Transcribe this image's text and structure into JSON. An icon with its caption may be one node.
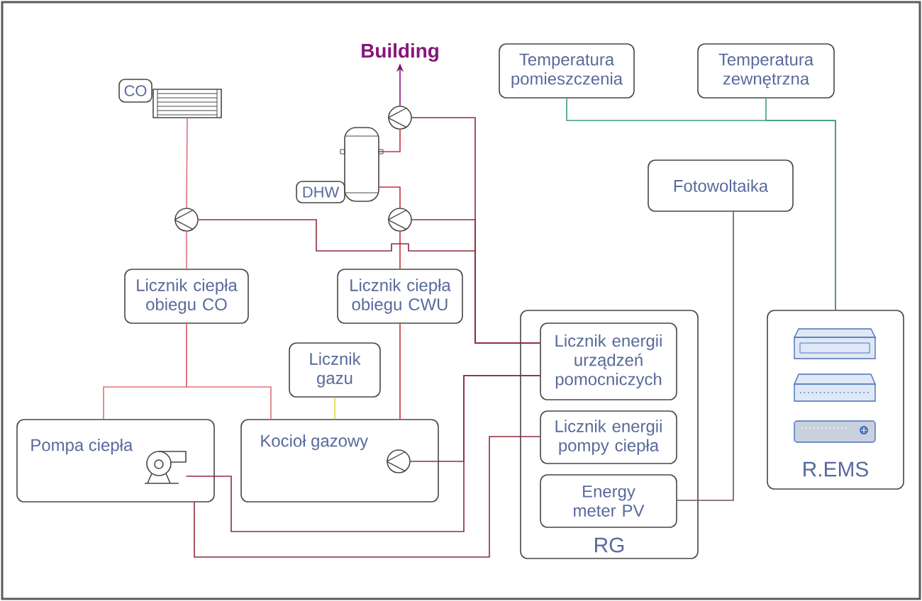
{
  "diagram": {
    "nodes": [
      {
        "text": [
          "Building"
        ]
      },
      {
        "text": [
          "Temperatura pomieszczenia"
        ]
      },
      {
        "text": [
          "Temperatura zewnętrzna"
        ]
      },
      {
        "text": [
          "CO"
        ]
      },
      {
        "text": [],
        "shape": "picture"
      },
      {
        "text": [],
        "shape": "circle"
      },
      {
        "text": [],
        "shape": "cylinder"
      },
      {
        "text": [
          "DHW"
        ]
      },
      {
        "text": [
          "Fotowoltaika"
        ]
      },
      {
        "text": [],
        "shape": "circle"
      },
      {
        "text": [],
        "shape": "circle"
      },
      {
        "text": [
          "Licznik ciepła obiegu CO"
        ]
      },
      {
        "text": [
          "Licznik ciepła obiegu CWU"
        ]
      },
      {
        "text": [
          "RG"
        ]
      },
      {
        "text": [
          "Licznik energii urządzeń pomocniczych"
        ],
        "in": 13
      },
      {
        "text": [
          "Licznik energii pompy ciepła"
        ],
        "in": 13
      },
      {
        "text": [
          "Energy meter PV"
        ],
        "in": 13
      },
      {
        "text": [
          "R.EMS"
        ]
      },
      {
        "text": [
          "Licznik gazu"
        ]
      },
      {
        "text": [
          "Pompa ciepła"
        ]
      },
      {
        "text": [],
        "shape": "picture",
        "in": 19
      },
      {
        "text": [
          "Kocioł gazowy"
        ]
      },
      {
        "text": [],
        "shape": "circle",
        "in": 21
      }
    ],
    "edges": [
      {
        "from": 5,
        "to": 0,
        "arrow": "to",
        "color": "#86177a"
      },
      {
        "from": 4,
        "to": 9,
        "arrow": "none",
        "color": "#e0707c"
      },
      {
        "from": 9,
        "to": 11,
        "arrow": "none",
        "color": "#e0707c"
      },
      {
        "from": 11,
        "to": 19,
        "arrow": "none",
        "color": "#e0707c"
      },
      {
        "from": 11,
        "to": 21,
        "arrow": "none",
        "color": "#e0707c"
      },
      {
        "from": 6,
        "to": 5,
        "arrow": "none",
        "color": "#c22f3c"
      },
      {
        "from": 6,
        "to": 10,
        "arrow": "none",
        "color": "#c22f3c"
      },
      {
        "from": 10,
        "to": 12,
        "arrow": "none",
        "color": "#c22f3c"
      },
      {
        "from": 12,
        "to": 21,
        "arrow": "none",
        "color": "#c22f3c"
      },
      {
        "from": 18,
        "to": 21,
        "arrow": "none",
        "color": "#e2d54a"
      },
      {
        "from": 1,
        "to": 17,
        "arrow": "none",
        "color": "#3f9e76"
      },
      {
        "from": 2,
        "to": 17,
        "arrow": "none",
        "color": "#3f9e76"
      },
      {
        "from": 8,
        "to": 16,
        "arrow": "none",
        "color": "#6e5454"
      },
      {
        "from": 5,
        "to": 14,
        "arrow": "none"
      },
      {
        "from": 9,
        "to": 14,
        "arrow": "none"
      },
      {
        "from": 10,
        "to": 14,
        "arrow": "none"
      },
      {
        "from": 22,
        "to": 14,
        "arrow": "none"
      },
      {
        "from": 20,
        "to": 14,
        "arrow": "none"
      },
      {
        "from": 19,
        "to": 15,
        "arrow": "none"
      }
    ]
  }
}
